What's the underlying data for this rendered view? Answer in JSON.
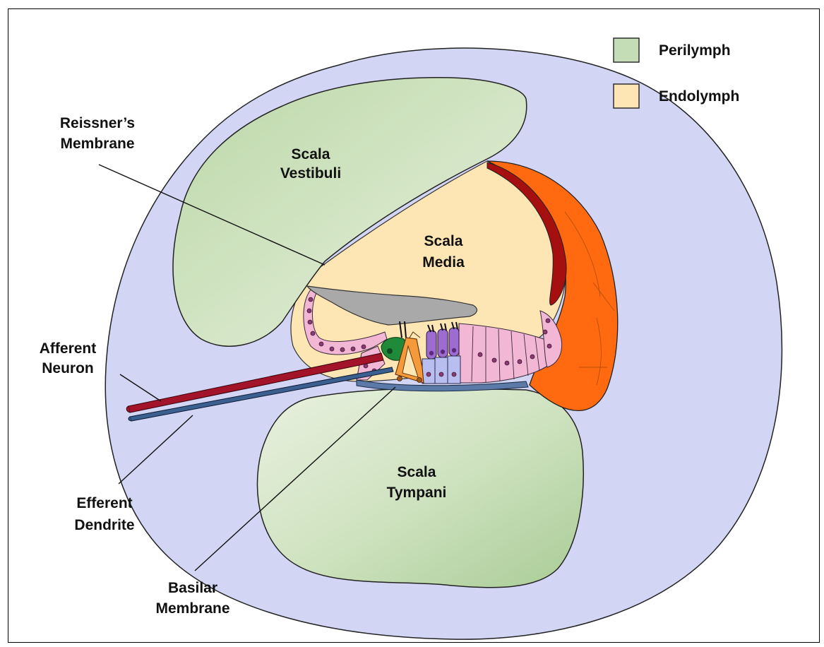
{
  "legend": {
    "items": [
      {
        "label": "Perilymph",
        "color": "#c5ddb6"
      },
      {
        "label": "Endolymph",
        "color": "#fde6b4"
      }
    ]
  },
  "regions": {
    "scala_vestibuli": [
      "Scala",
      "Vestibuli"
    ],
    "scala_media": [
      "Scala",
      "Media"
    ],
    "scala_tympani": [
      "Scala",
      "Tympani"
    ]
  },
  "callouts": {
    "reissners_membrane": [
      "Reissner’s",
      "Membrane"
    ],
    "afferent_neuron": [
      "Afferent",
      "Neuron"
    ],
    "efferent_dendrite": [
      "Efferent",
      "Dendrite"
    ],
    "basilar_membrane": [
      "Basilar",
      "Membrane"
    ]
  },
  "colors": {
    "bone": "#d2d5f4",
    "perilymph": "#c5ddb6",
    "endolymph": "#fde6b4",
    "stria": "#ff6a10",
    "stria_dark": "#a50f0f",
    "tectorial": "#a9a9a9",
    "support_cells": "#f3b7d6",
    "afferent": "#a3142a",
    "efferent": "#3b5f8f"
  }
}
